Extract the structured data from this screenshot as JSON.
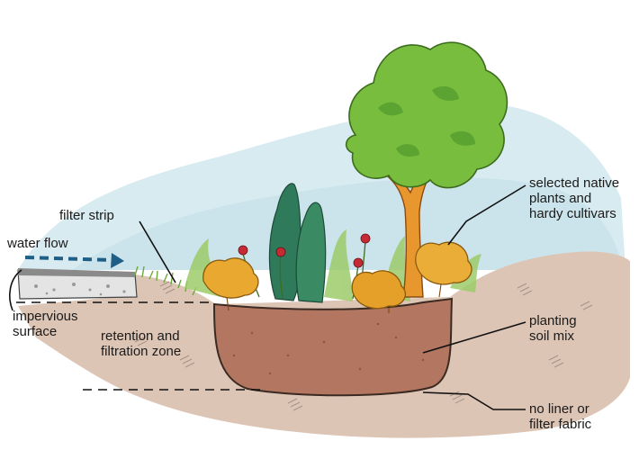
{
  "labels": {
    "water_flow": "water flow",
    "filter_strip": "filter strip",
    "impervious": [
      "impervious",
      "surface"
    ],
    "retention": [
      "retention and",
      "filtration zone"
    ],
    "native_plants": [
      "selected native",
      "plants and",
      "hardy cultivars"
    ],
    "planting_soil": [
      "planting",
      "soil mix"
    ],
    "no_liner": [
      "no liner or",
      "filter fabric"
    ]
  },
  "colors": {
    "sky": "#cfe6ee",
    "ground": "#dcc3b3",
    "basin_soil": "#b0735a",
    "grass": "#8fbf5a",
    "tree_foliage": "#79bd3f",
    "tree_trunk": "#e8962e",
    "shrub_yellow": "#e9a830",
    "evergreen": "#2f7a5a",
    "flower_red": "#c62a35",
    "water_arrow": "#1f5f86",
    "pavement": "#c9c9c9"
  },
  "icons": [
    "water-flow-arrow-icon",
    "tree-icon",
    "evergreen-icon",
    "shrub-icon",
    "flower-icon"
  ]
}
